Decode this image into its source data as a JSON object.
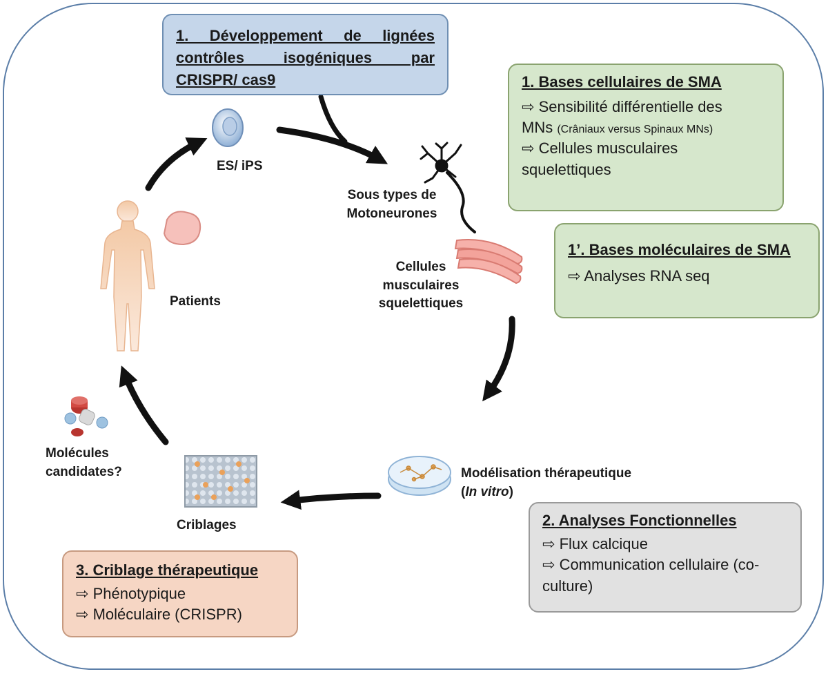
{
  "box_crispr": {
    "line1": "1. Développement de lignées",
    "line2": "contrôles isogéniques par",
    "line3": "CRISPR/ cas9"
  },
  "box_cellular": {
    "title": "1. Bases cellulaires de SMA",
    "item1_a": "Sensibilité différentielle des",
    "item1_b": "MNs",
    "item1_small": "(Crâniaux versus Spinaux MNs)",
    "item2_a": "Cellules musculaires",
    "item2_b": "squelettiques"
  },
  "box_molecular": {
    "title": "1’. Bases moléculaires de SMA",
    "item1": "Analyses RNA seq"
  },
  "box_functional": {
    "title": "2. Analyses Fonctionnelles",
    "item1": "Flux calcique",
    "item2_a": "Communication cellulaire (co-",
    "item2_b": "culture)"
  },
  "box_screening": {
    "title": "3. Criblage thérapeutique",
    "item1": "Phénotypique",
    "item2": "Moléculaire (CRISPR)"
  },
  "arrow_glyph": "⇨",
  "labels": {
    "es_ips": "ES/ iPS",
    "mn_1": "Sous types de",
    "mn_2": "Motoneurones",
    "muscle_1": "Cellules",
    "muscle_2": "musculaires",
    "muscle_3": "squelettiques",
    "patients": "Patients",
    "modeling_1": "Modélisation thérapeutique",
    "modeling_paren_open": "(",
    "modeling_italic": "In vitro",
    "modeling_paren_close": ")",
    "criblages": "Criblages",
    "molecules_1": "Molécules",
    "molecules_2": "candidates?"
  },
  "colors": {
    "box_blue": "#c5d6ea",
    "box_green": "#d6e7cc",
    "box_grey": "#e1e1e1",
    "box_peach": "#f6d6c4",
    "frame": "#5b7ea8",
    "arrow": "#111111"
  }
}
